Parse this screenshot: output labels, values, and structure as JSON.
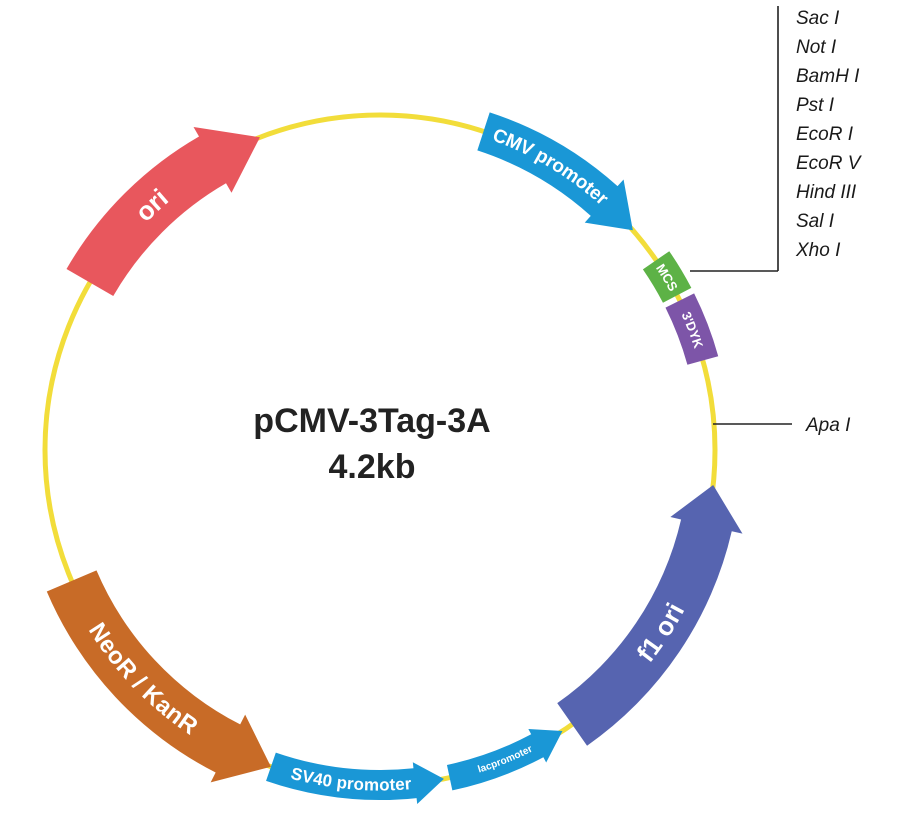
{
  "plasmid": {
    "name": "pCMV-3Tag-3A",
    "size": "4.2kb",
    "backbone_color": "#f2dd3a"
  },
  "features": [
    {
      "id": "cmv",
      "label": "CMV promoter",
      "color": "#1a97d6"
    },
    {
      "id": "mcs",
      "label": "MCS",
      "color": "#5db246"
    },
    {
      "id": "tag",
      "label": "3'DYK",
      "color": "#7d55a8"
    },
    {
      "id": "f1",
      "label": "f1 ori",
      "color": "#5664b0"
    },
    {
      "id": "lac",
      "label": "lacpromoter",
      "color": "#1a97d6"
    },
    {
      "id": "sv40",
      "label": "SV40 promoter",
      "color": "#1a97d6"
    },
    {
      "id": "neo",
      "label": "NeoR / KanR",
      "color": "#c86b27"
    },
    {
      "id": "ori",
      "label": "ori",
      "color": "#e8575d"
    }
  ],
  "mcs_sites": [
    "Sac I",
    "Not I",
    "BamH I",
    "Pst I",
    "EcoR I",
    "EcoR V",
    "Hind III",
    "Sal I",
    "Xho I"
  ],
  "apa_site": "Apa I"
}
